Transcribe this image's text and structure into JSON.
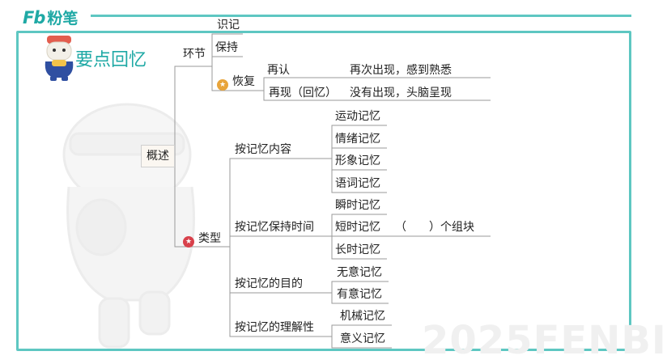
{
  "logo": {
    "fb": "Fb",
    "text": "粉笔"
  },
  "title": "要点回忆",
  "watermark": "2025FENBI",
  "tree": {
    "root": "概述",
    "huanjie": {
      "label": "环节",
      "children": [
        "识记",
        "保持"
      ],
      "recover": {
        "label": "恢复",
        "icon": "star-icon",
        "items": [
          {
            "label": "再认",
            "desc": "再次出现，感到熟悉"
          },
          {
            "label": "再现（回忆）",
            "desc": "没有出现，头脑呈现"
          }
        ]
      }
    },
    "types": {
      "label": "类型",
      "icon": "star-icon",
      "groups": [
        {
          "label": "按记忆内容",
          "items": [
            "运动记忆",
            "情绪记忆",
            "形象记忆",
            "语词记忆"
          ]
        },
        {
          "label": "按记忆保持时间",
          "items": [
            "瞬时记忆",
            "短时记忆",
            "长时记忆"
          ],
          "blank_note": "（　　）个组块"
        },
        {
          "label": "按记忆的目的",
          "items": [
            "无意记忆",
            "有意记忆"
          ]
        },
        {
          "label": "按记忆的理解性",
          "items": [
            "机械记忆",
            "意义记忆"
          ]
        }
      ]
    }
  },
  "colors": {
    "accent": "#5ec7c2",
    "title": "#1fa9a5",
    "star_gold": "#e8a43a",
    "star_red": "#d8414b"
  }
}
